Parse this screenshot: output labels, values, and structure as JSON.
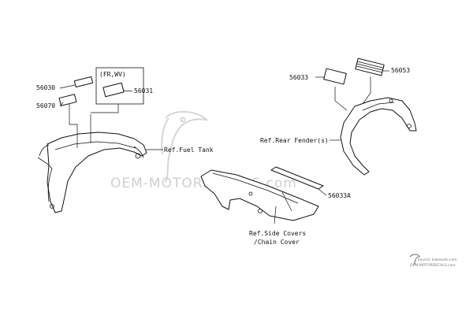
{
  "labels": {
    "p56030": "56030",
    "p56070": "56070",
    "fr_wv": "(FR,WV)",
    "p56031": "56031",
    "ref_fuel_tank": "Ref.Fuel Tank",
    "p56033": "56033",
    "p56053": "56053",
    "ref_rear_fender": "Ref.Rear Fender(s)",
    "p56033a": "56033A",
    "ref_side_covers": "Ref.Side Covers",
    "chain_cover": "/Chain Cover"
  },
  "watermark": {
    "text": "OEM-MOTORDECALS.com",
    "source_line1": "source: kawasaki.com",
    "source_line2": "OEM-MOTORDECALS.com"
  },
  "colors": {
    "line": "#111111",
    "watermark": "#cfcfcf"
  }
}
